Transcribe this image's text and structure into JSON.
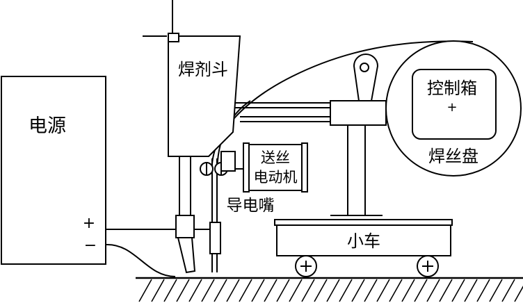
{
  "labels": {
    "power_source": "电源",
    "flux_hopper": "焊剂斗",
    "control_box": "控制箱",
    "wire_reel": "焊丝盘",
    "wire_feed_motor_line1": "送丝",
    "wire_feed_motor_line2": "电动机",
    "contact_tip": "导电嘴",
    "carriage": "小车",
    "plus_terminal": "+",
    "minus_terminal": "−",
    "control_plus": "+"
  }
}
